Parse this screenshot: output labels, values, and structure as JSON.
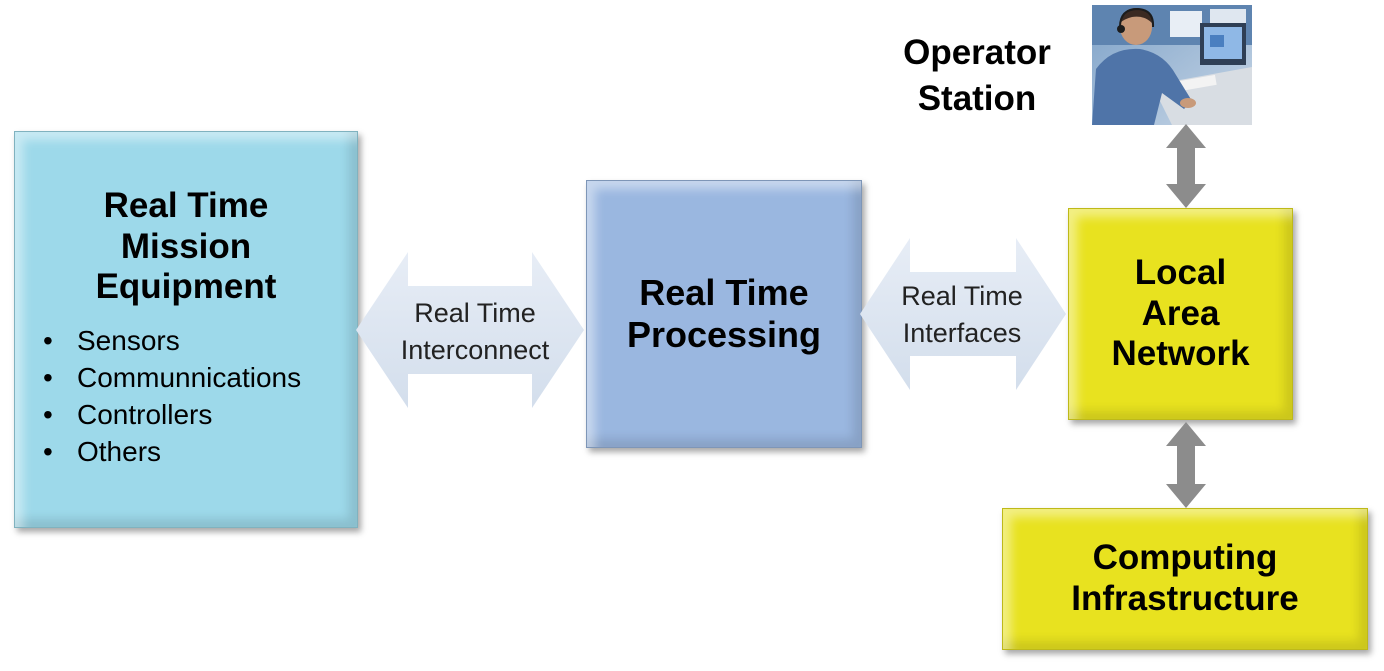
{
  "mission": {
    "title_lines": [
      "Real Time",
      "Mission",
      "Equipment"
    ],
    "bullets": [
      "Sensors",
      "Communnications",
      "Controllers",
      "Others"
    ]
  },
  "processing": {
    "title_lines": [
      "Real Time",
      "Processing"
    ]
  },
  "lan": {
    "title_lines": [
      "Local",
      "Area",
      "Network"
    ]
  },
  "computing": {
    "title_lines": [
      "Computing",
      "Infrastructure"
    ]
  },
  "interconnect": {
    "label_lines": [
      "Real Time",
      "Interconnect"
    ]
  },
  "interfaces": {
    "label_lines": [
      "Real Time",
      "Interfaces"
    ]
  },
  "operator": {
    "label_lines": [
      "Operator",
      "Station"
    ]
  },
  "colors": {
    "mission_box": "#9dd9ea",
    "processing_box": "#9ab7e0",
    "lan_box": "#e8e21f",
    "computing_box": "#e8e21f",
    "wide_arrow": "#dbe4f0",
    "link_arrow": "#8c8c8c"
  }
}
